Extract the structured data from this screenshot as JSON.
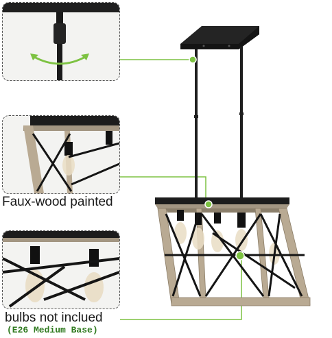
{
  "captions": {
    "faux_wood": "Faux-wood painted",
    "bulbs": "bulbs not inclued",
    "base": "(E26 Medium Base)"
  },
  "colors": {
    "callout_green": "#7dc242",
    "metal_black": "#1b1b1b",
    "faux_wood": "#b9aa93",
    "bulb_glass": "#e9ddc4"
  }
}
